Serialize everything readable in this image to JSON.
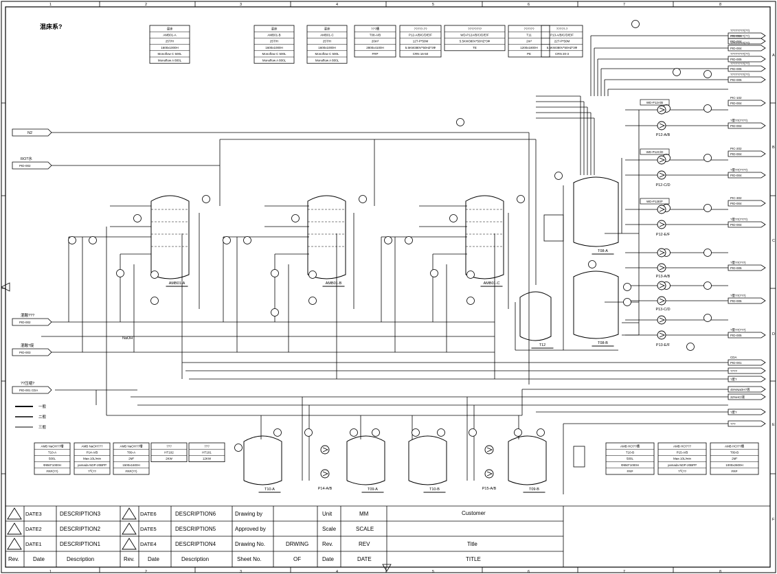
{
  "sheet_title": "混床系?",
  "zone_columns": [
    "1",
    "2",
    "3",
    "4",
    "5",
    "6",
    "7",
    "8"
  ],
  "zone_rows": [
    "A",
    "B",
    "C",
    "D",
    "E",
    "F"
  ],
  "equipment_boxes": [
    {
      "lines": [
        "混床",
        "AMB01-A",
        "25T/H",
        "1600x1000H",
        "Monoflow C 500L",
        "Monoflow A 800L"
      ]
    },
    {
      "lines": [
        "混床",
        "AMB01-B",
        "25T/H",
        "1600x1000H",
        "Monoflow C 500L",
        "Monoflow A 800L"
      ]
    },
    {
      "lines": [
        "混床",
        "AMB01-C",
        "25T/H",
        "1600x1000H",
        "Monoflow C 500L",
        "Monoflow A 800L"
      ]
    },
    {
      "lines": [
        "???槽",
        "T08-A/B",
        "20m³",
        "2800x4100H",
        "FRP"
      ]
    },
    {
      "lines": [
        "?????-??",
        "P12-A/B/C/D/E/F",
        "12T-P*50M",
        "5.5KW380V*50HZ*3Ф",
        "CRN 16-50"
      ]
    },
    {
      "lines": [
        "????????",
        "WD-P12A/B/C/D/E/F",
        "5.5KW380V*50HZ*3Ф",
        "TE"
      ]
    },
    {
      "lines": [
        "??????",
        "T11",
        "2m³",
        "1200x1800H",
        "PE"
      ]
    },
    {
      "lines": [
        "?????-?",
        "P13-A/B/C/D/E/F",
        "22T-P*50M",
        "5.5KW380V*50HZ*3Ф",
        "CRN 20-3"
      ]
    }
  ],
  "left_inputs": [
    {
      "name": "N2",
      "tag": ""
    },
    {
      "name": "RO?水",
      "tag": "PID-002"
    },
    {
      "name": "混酸???",
      "tag": "PID-002"
    },
    {
      "name": "混酸?废",
      "tag": "PID-003"
    },
    {
      "name": "??压缩?",
      "tag": "PID-001  CDA"
    }
  ],
  "right_outputs": [
    {
      "name": "????????(??)",
      "tag": "PID-004"
    },
    {
      "name": "????????(??)",
      "tag": "PID-004"
    },
    {
      "name": "????????(??)",
      "tag": "PID-004"
    },
    {
      "name": "????????(??)",
      "tag": "PID-005"
    },
    {
      "name": "????????(??)",
      "tag": "PID-005"
    },
    {
      "name": "????????(??)",
      "tag": "PID-005"
    },
    {
      "name": "PIC-102",
      "tag": "PID-004"
    },
    {
      "name": "?量??(????)",
      "tag": "PID-004"
    },
    {
      "name": "PIC-202",
      "tag": "PID-004"
    },
    {
      "name": "?量??(????)",
      "tag": "PID-004"
    },
    {
      "name": "PIC-302",
      "tag": "PID-004"
    },
    {
      "name": "?量??(????)",
      "tag": "PID-004"
    },
    {
      "name": "?量??(???)",
      "tag": "PID-005"
    },
    {
      "name": "?量??(???)",
      "tag": "PID-005"
    },
    {
      "name": "?量??(???)",
      "tag": "PID-005"
    },
    {
      "name": "CDA",
      "tag": "PID-001"
    },
    {
      "name": "????",
      "tag": ""
    },
    {
      "name": "?废?",
      "tag": ""
    },
    {
      "name": "45%NaOH?液",
      "tag": ""
    },
    {
      "name": "32%HCl液",
      "tag": ""
    },
    {
      "name": "?废?",
      "tag": ""
    },
    {
      "name": "???",
      "tag": ""
    }
  ],
  "vessels": [
    "AMB01-A",
    "AMB01-B",
    "AMB01-C",
    "T08-A",
    "T08-B",
    "T12",
    "T10-A",
    "T09-A",
    "T10-B",
    "T09-B"
  ],
  "pump_labels": [
    "P12-A/B",
    "P12-C/D",
    "P12-E/F",
    "P13-A/B",
    "P13-C/D",
    "P13-E/F",
    "P14-A/B",
    "P15-A/B"
  ],
  "wd_tags": [
    "WD-P12A/B",
    "WD-P12C/D",
    "WD-P12E/F"
  ],
  "legend": [
    {
      "label": "一般"
    },
    {
      "label": "二般"
    },
    {
      "label": "三般"
    }
  ],
  "naoh_label": "NaOH",
  "bottom_boxes_left": [
    {
      "lines": [
        "AMB NaOH??槽",
        "T10-A",
        "500L",
        "Φ850*1000H",
        "FRP(??)"
      ]
    },
    {
      "lines": [
        "AMB NaOH???",
        "P14-A/B",
        "Max-10L/min",
        "yamada NDP-20BPP",
        "?气??"
      ]
    },
    {
      "lines": [
        "AMB NaOH??槽",
        "T09-A",
        "2M³",
        "1500x1600H",
        "FRP(??)"
      ]
    },
    {
      "lines": [
        "???",
        "HT102",
        "2KW"
      ]
    },
    {
      "lines": [
        "???",
        "HT101",
        "12KW"
      ]
    }
  ],
  "bottom_boxes_right": [
    {
      "lines": [
        "AMB HCl??槽",
        "T10-B",
        "500L",
        "Φ850*1000H",
        "FRP"
      ]
    },
    {
      "lines": [
        "AMB HCl???",
        "P15-A/B",
        "Max-10L/min",
        "yamada NDP-20BPP",
        "?气??"
      ]
    },
    {
      "lines": [
        "AMB HCl??槽",
        "T09-B",
        "2M³",
        "1000x2600H",
        "FRP"
      ]
    }
  ],
  "title_block": {
    "rev_rows": [
      {
        "date": "DATE3",
        "desc": "DESCRIPTION3",
        "date2": "DATE6",
        "desc2": "DESCRIPTION6"
      },
      {
        "date": "DATE2",
        "desc": "DESCRIPTION2",
        "date2": "DATE5",
        "desc2": "DESCRIPTION5"
      },
      {
        "date": "DATE1",
        "desc": "DESCRIPTION1",
        "date2": "DATE4",
        "desc2": "DESCRIPTION4"
      }
    ],
    "header": {
      "rev": "Rev.",
      "date": "Date",
      "desc": "Description"
    },
    "drawing_by": "Drawing  by",
    "approved_by": "Approved by",
    "drawing_no": "Drawing No.",
    "drawing_no_value": "DRWING",
    "sheet_no": "Sheet No.",
    "sheet_no_value": "OF",
    "unit_label": "Unit",
    "unit_value": "MM",
    "scale_label": "Scale",
    "scale_value": "SCALE",
    "rev_label": "Rev.",
    "rev_value": "REV",
    "date_label": "Date",
    "date_value": "DATE",
    "customer_label": "Customer",
    "title_label": "Title",
    "title_value": "TITLE"
  }
}
